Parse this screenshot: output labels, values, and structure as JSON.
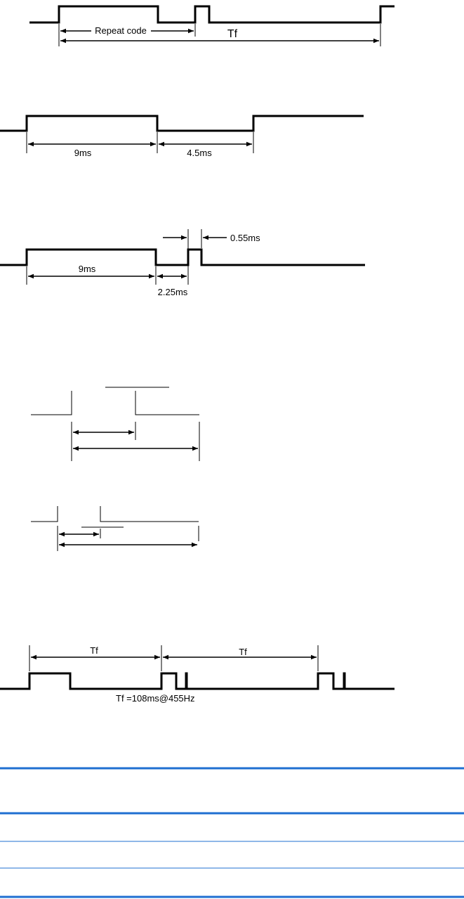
{
  "colors": {
    "signal": "#000000",
    "table_rule": "#1f6fd1"
  },
  "diagram1": {
    "repeat_label": "Repeat code",
    "tf_label": "Tf"
  },
  "diagram2": {
    "lead_high": "9ms",
    "lead_low": "4.5ms"
  },
  "diagram3": {
    "lead_high": "9ms",
    "gap": "2.25ms",
    "pulse": "0.55ms"
  },
  "diagram6": {
    "tf1": "Tf",
    "tf2": "Tf",
    "note": "Tf =108ms@455Hz"
  }
}
